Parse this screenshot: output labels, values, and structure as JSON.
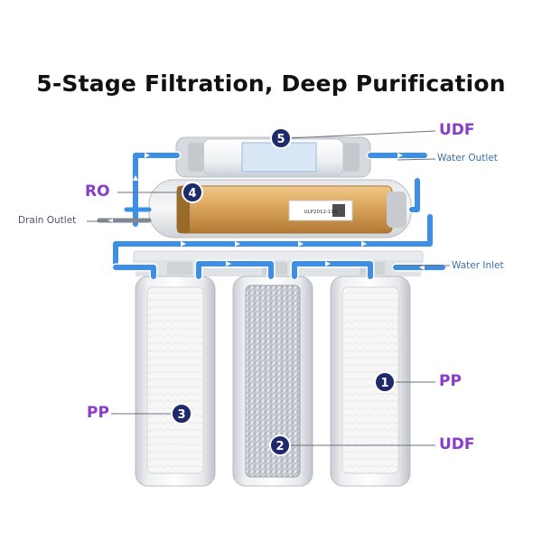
{
  "title": "5-Stage Filtration, Deep Purification",
  "colors": {
    "accent_purple": "#8a3cc9",
    "flow_blue": "#3d8ee6",
    "badge_navy": "#1f2a6b",
    "ro_membrane": "#d9a45a",
    "filter_white": "#f3f3f3",
    "carbon_grey": "#c9ced4",
    "label_grey": "#4b5566",
    "label_blue": "#3a6fa8"
  },
  "flow_labels": {
    "water_outlet": "Water Outlet",
    "water_inlet": "Water Inlet",
    "drain_outlet": "Drain Outlet"
  },
  "stages": [
    {
      "number": "1",
      "name": "PP"
    },
    {
      "number": "2",
      "name": "UDF"
    },
    {
      "number": "3",
      "name": "PP"
    },
    {
      "number": "4",
      "name": "RO"
    },
    {
      "number": "5",
      "name": "UDF"
    }
  ],
  "ro_label_text": "ULP2012-100"
}
